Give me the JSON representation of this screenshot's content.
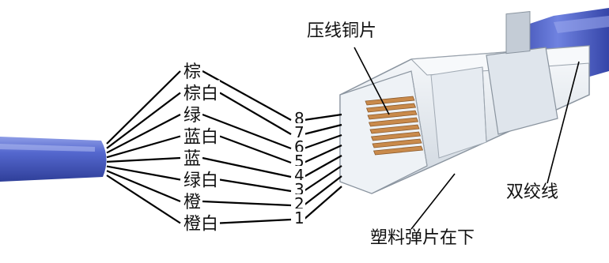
{
  "colors": {
    "cable": "#4f63c8",
    "cable_shade": "#2f3f99",
    "connector": "#e8edf3",
    "contacts": "#c98a4b",
    "lines": "#000000",
    "background": "#ffffff"
  },
  "wires": [
    {
      "color_label": "棕",
      "pin": "8"
    },
    {
      "color_label": "棕白",
      "pin": "7"
    },
    {
      "color_label": "绿",
      "pin": "6"
    },
    {
      "color_label": "蓝白",
      "pin": "5"
    },
    {
      "color_label": "蓝",
      "pin": "4"
    },
    {
      "color_label": "绿白",
      "pin": "3"
    },
    {
      "color_label": "橙",
      "pin": "2"
    },
    {
      "color_label": "橙白",
      "pin": "1"
    }
  ],
  "callouts": {
    "contacts_label": "压线铜片",
    "spring_tab_label": "塑料弹片在下",
    "cable_label": "双绞线"
  }
}
